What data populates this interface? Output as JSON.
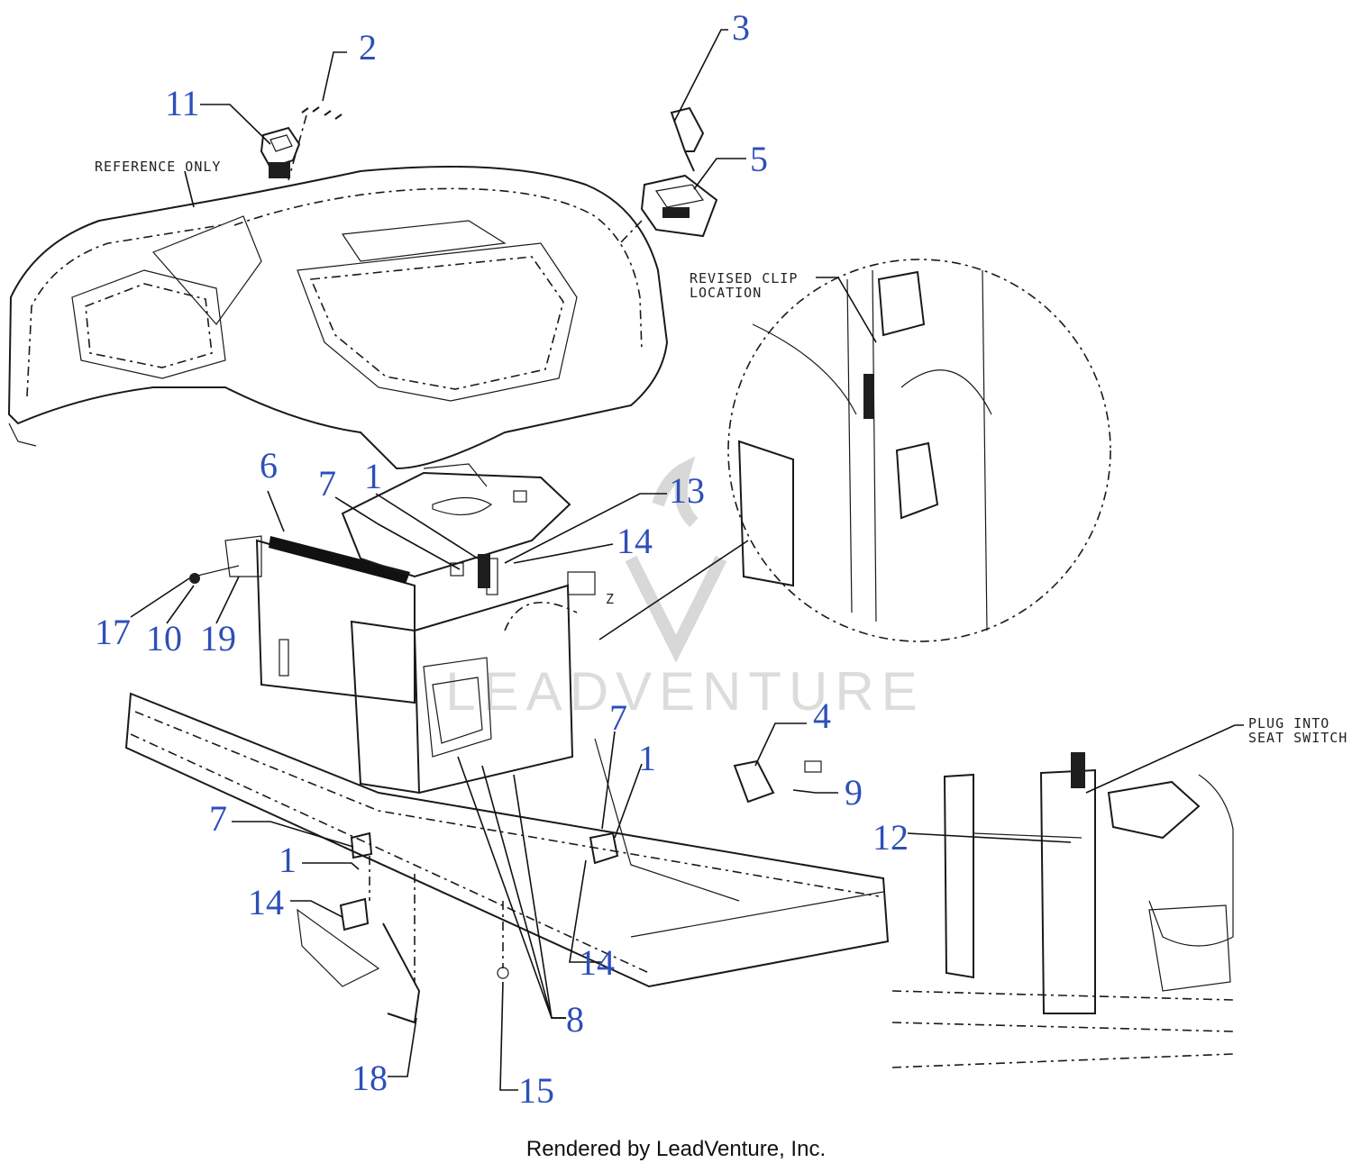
{
  "callouts": [
    {
      "id": "c2",
      "label": "2"
    },
    {
      "id": "c11",
      "label": "11"
    },
    {
      "id": "c3",
      "label": "3"
    },
    {
      "id": "c5",
      "label": "5"
    },
    {
      "id": "c6",
      "label": "6"
    },
    {
      "id": "c7a",
      "label": "7"
    },
    {
      "id": "c1a",
      "label": "1"
    },
    {
      "id": "c13",
      "label": "13"
    },
    {
      "id": "c14a",
      "label": "14"
    },
    {
      "id": "c17",
      "label": "17"
    },
    {
      "id": "c10",
      "label": "10"
    },
    {
      "id": "c19",
      "label": "19"
    },
    {
      "id": "c7b",
      "label": "7"
    },
    {
      "id": "c1b",
      "label": "1"
    },
    {
      "id": "c4",
      "label": "4"
    },
    {
      "id": "c9",
      "label": "9"
    },
    {
      "id": "c12",
      "label": "12"
    },
    {
      "id": "c7c",
      "label": "7"
    },
    {
      "id": "c1c",
      "label": "1"
    },
    {
      "id": "c14b",
      "label": "14"
    },
    {
      "id": "c14c",
      "label": "14"
    },
    {
      "id": "c8",
      "label": "8"
    },
    {
      "id": "c18",
      "label": "18"
    },
    {
      "id": "c15",
      "label": "15"
    }
  ],
  "notes": {
    "reference_only": "REFERENCE ONLY",
    "revised_clip_1": "REVISED CLIP",
    "revised_clip_2": "LOCATION",
    "plug_into_1": "PLUG INTO",
    "plug_into_2": "SEAT SWITCH",
    "detail_letter": "Z"
  },
  "watermark": "LEADVENTURE",
  "footer": "Rendered by LeadVenture, Inc.",
  "colors": {
    "callout": "#2d4fb8",
    "ink": "#1a1a1a",
    "watermark": "#d8d8d8"
  }
}
